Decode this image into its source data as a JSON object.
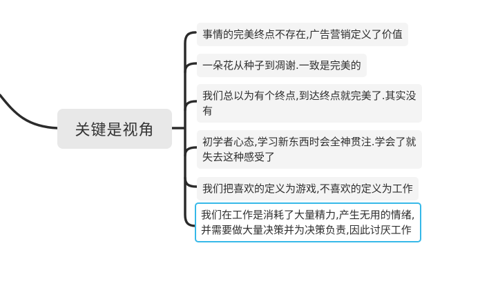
{
  "central_topic": "关键是视角",
  "subtopics": [
    {
      "lines": [
        "事情的完美终点不存在,广告营销定义了价值"
      ]
    },
    {
      "lines": [
        "一朵花从种子到凋谢.一致是完美的"
      ]
    },
    {
      "lines": [
        "我们总以为有个终点,到达终点就完美了.其实没",
        "有"
      ]
    },
    {
      "lines": [
        "初学者心态,学习新东西时会全神贯注.学会了就",
        "失去这种感受了"
      ]
    },
    {
      "lines": [
        "我们把喜欢的定义为游戏,不喜欢的定义为工作"
      ]
    },
    {
      "lines": [
        "我们在工作是消耗了大量精力,产生无用的情绪,",
        "并需要做大量决策并为决策负责,因此讨厌工作"
      ],
      "selected": true
    }
  ],
  "colors": {
    "connector": "#2b2b2b",
    "central_fill": "#e8e8e8",
    "node_fill": "#f4f4f4",
    "selection": "#35b8e8"
  }
}
